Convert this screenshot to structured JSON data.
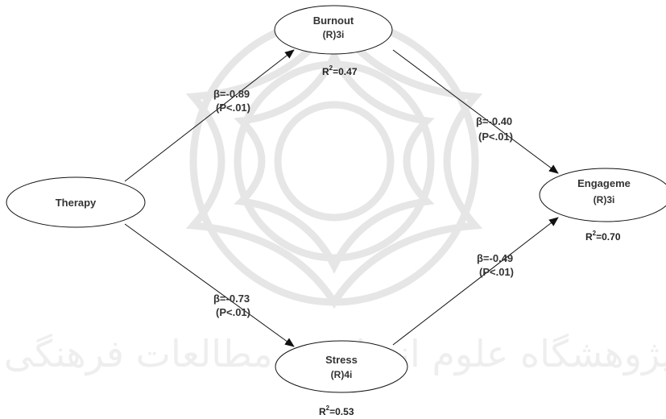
{
  "nodes": {
    "therapy": {
      "title": "Therapy",
      "sub": ""
    },
    "burnout": {
      "title": "Burnout",
      "sub": "(R)3i",
      "r2_base": "R",
      "r2_sup": "2",
      "r2_val": "=0.47"
    },
    "stress": {
      "title": "Stress",
      "sub": "(R)4i",
      "r2_base": "R",
      "r2_sup": "2",
      "r2_val": "=0.53"
    },
    "engagement": {
      "title": "Engageme",
      "sub": "(R)3i",
      "r2_base": "R",
      "r2_sup": "2",
      "r2_val": "=0.70"
    }
  },
  "paths": {
    "therapy_burnout": {
      "beta": "β=-0.89",
      "p": "(P<.01)"
    },
    "therapy_stress": {
      "beta": "β=-0.73",
      "p": "(P<.01)"
    },
    "burnout_engagement": {
      "beta": "β=-0.40",
      "p": "(P<.01)"
    },
    "stress_engagement": {
      "beta": "β=-0.49",
      "p": "(P<.01)"
    }
  },
  "watermark": {
    "text": "پژوهشگاه علوم انسانی و مطالعات فرهنگی"
  }
}
